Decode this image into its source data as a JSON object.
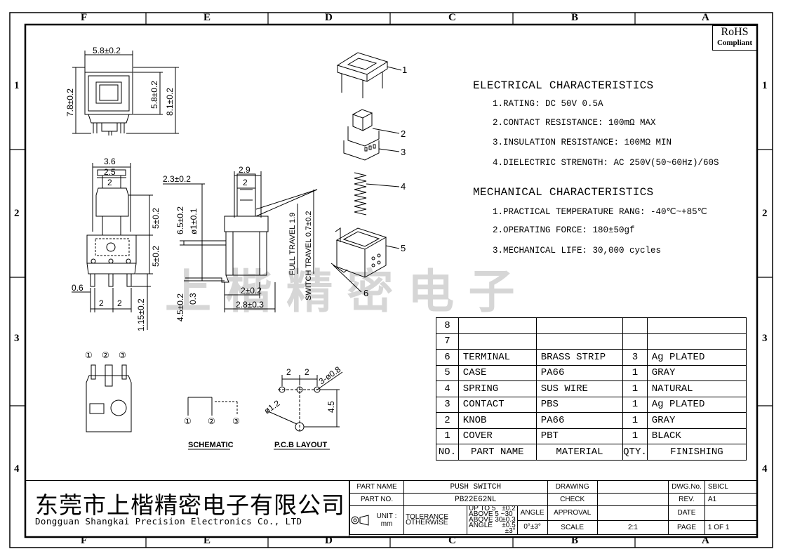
{
  "frame": {
    "columns": [
      "F",
      "E",
      "D",
      "C",
      "B",
      "A"
    ],
    "rows": [
      "1",
      "2",
      "3",
      "4"
    ]
  },
  "rohs": {
    "line1": "RoHS",
    "line2": "Compliant"
  },
  "electrical": {
    "title": "ELECTRICAL CHARACTERISTICS",
    "items": [
      "1.RATING: DC 50V 0.5A",
      "2.CONTACT RESISTANCE: 100mΩ MAX",
      "3.INSULATION RESISTANCE: 100MΩ MIN",
      "4.DIELECTRIC STRENGTH: AC 250V(50~60Hz)/60S"
    ]
  },
  "mechanical": {
    "title": "MECHANICAL CHARACTERISTICS",
    "items": [
      "1.PRACTICAL TEMPERATURE RANG: -40℃~+85℃",
      "2.OPERATING FORCE: 180±50gf",
      "3.MECHANICAL LIFE: 30,000 cycles"
    ]
  },
  "watermark": "上 楷 精 密 电 子",
  "drawing": {
    "dims": {
      "top_w": "5.8±0.2",
      "left_h": "7.8±0.2",
      "right_h1": "5.8±0.2",
      "right_h2": "8.1±0.2",
      "w36": "3.6",
      "w25": "2.5",
      "w2a": "2",
      "h5a": "5±0.2",
      "h5b": "5±0.2",
      "p06": "0.6",
      "p2a": "2",
      "p2b": "2",
      "h115": "1.15±0.2",
      "d23": "2.3±0.2",
      "d65": "6.5±0.2",
      "d1": "ø1±0.1",
      "d45": "4.5±0.2",
      "d03": "0.3",
      "w29": "2.9",
      "w2b": "2",
      "w2c": "2±0.2",
      "w28": "2.8±0.3",
      "full": "FULL TRAVEL 1.9",
      "switch": "SWITCH TRAVEL 0.7±0.2",
      "pcb2a": "2",
      "pcb2b": "2",
      "pcb3": "3-ø0.8",
      "pcb12": "ø1.2",
      "pcb45": "4.5"
    },
    "callouts": [
      "1",
      "2",
      "3",
      "4",
      "5",
      "6"
    ],
    "pins": [
      "①",
      "②",
      "③"
    ],
    "schematic_label": "SCHEMATIC",
    "pcb_label": "P.C.B LAYOUT"
  },
  "bom": {
    "header": [
      "NO.",
      "PART NAME",
      "MATERIAL",
      "QTY.",
      "FINISHING"
    ],
    "rows": [
      {
        "no": "8",
        "part": "",
        "material": "",
        "qty": "",
        "finish": ""
      },
      {
        "no": "7",
        "part": "",
        "material": "",
        "qty": "",
        "finish": ""
      },
      {
        "no": "6",
        "part": "TERMINAL",
        "material": "BRASS STRIP",
        "qty": "3",
        "finish": "Ag PLATED"
      },
      {
        "no": "5",
        "part": "CASE",
        "material": "PA66",
        "qty": "1",
        "finish": "GRAY"
      },
      {
        "no": "4",
        "part": "SPRING",
        "material": "SUS WIRE",
        "qty": "1",
        "finish": "NATURAL"
      },
      {
        "no": "3",
        "part": "CONTACT",
        "material": "PBS",
        "qty": "1",
        "finish": "Ag PLATED"
      },
      {
        "no": "2",
        "part": "KNOB",
        "material": "PA66",
        "qty": "1",
        "finish": "GRAY"
      },
      {
        "no": "1",
        "part": "COVER",
        "material": "PBT",
        "qty": "1",
        "finish": "BLACK"
      }
    ]
  },
  "company": {
    "cn": "东莞市上楷精密电子有限公司",
    "en": "Dongguan Shangkai Precision Electronics Co., LTD"
  },
  "title_block": {
    "part_name_label": "PART NAME",
    "part_name": "PUSH SWITCH",
    "part_no_label": "PART NO.",
    "part_no": "PB22E62NL",
    "unit_label": "UNIT :",
    "unit": "mm",
    "tolerance_label": "TOLERANCE",
    "otherwise_label": "OTHERWISE",
    "tol1": "UP TO 5",
    "tol1v": "±0.2",
    "tol2": "ABOVE 5 ~30",
    "tol2v": "±0.3",
    "tol3": "ABOVE 30",
    "tol3v": "±0.5",
    "angle_row": "ANGLE",
    "angle_v": "±3°",
    "angle_label": "ANGLE",
    "angle_value": "0°±3°",
    "drawing_label": "DRAWING",
    "check_label": "CHECK",
    "approval_label": "APPROVAL",
    "scale_label": "SCALE",
    "scale": "2:1",
    "dwg_label": "DWG.No.",
    "dwg": "SBICL",
    "rev_label": "REV.",
    "rev": "A1",
    "date_label": "DATE",
    "date": "",
    "page_label": "PAGE",
    "page": "1 OF 1"
  }
}
